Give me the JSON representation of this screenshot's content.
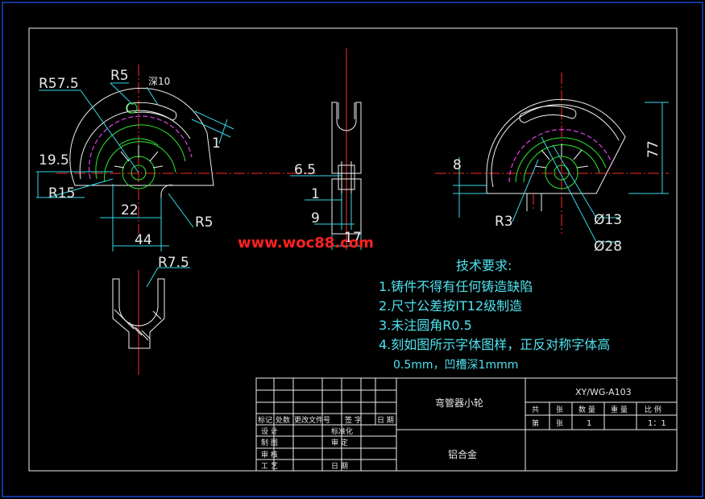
{
  "watermark": "www.woc88.com",
  "dimensions": {
    "r57_5": "R57.5",
    "r5_top": "R5",
    "depth": "深10",
    "one_right": "1",
    "d19_5": "19.5",
    "r15": "R15",
    "d22": "22",
    "r5_bottom": "R5",
    "d44": "44",
    "d6_5": "6.5",
    "d1": "1",
    "d9": "9",
    "d17": "17",
    "r7_5": "R7.5",
    "d8": "8",
    "d77": "77",
    "r3": "R3",
    "dia13": "Ø13",
    "dia28": "Ø28"
  },
  "tech": {
    "title": "技术要求:",
    "items": [
      "1.铸件不得有任何铸造缺陷",
      "2.尺寸公差按IT12级制造",
      "3.未注圆角R0.5",
      "4.刻如图所示字体图样，正反对称字体高",
      "0.5mm，凹槽深1mmm"
    ]
  },
  "title_block": {
    "part_name": "弯管器小轮",
    "material": "铝合金",
    "drawing_no": "XY/WG-A103",
    "row1": [
      "共",
      "张",
      "数 量",
      "重 量",
      "比 例"
    ],
    "row2_label1": "第",
    "row2_label2": "张",
    "quantity": "1",
    "scale": "1：1",
    "revision_headers": [
      "标记",
      "处数",
      "更改文件号",
      "签 字",
      "日 期"
    ],
    "design": "设 计",
    "standardize": "标准化",
    "draw": "制 图",
    "review": "审 定",
    "check": "审 核",
    "process": "工 艺",
    "date": "日 期"
  }
}
